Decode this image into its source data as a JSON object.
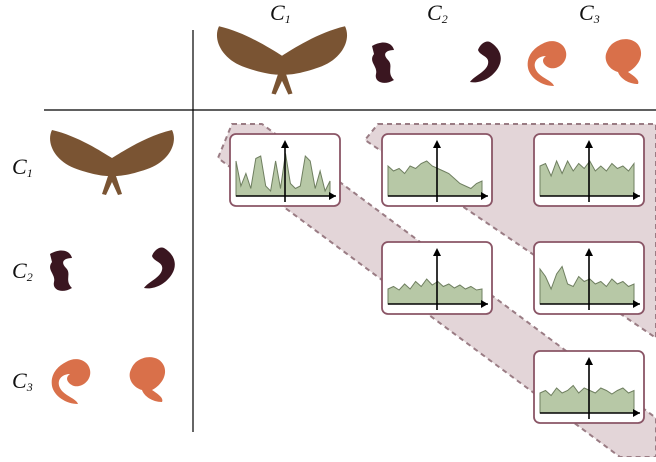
{
  "columns": [
    {
      "id": "c1",
      "base": "C",
      "sub": "1"
    },
    {
      "id": "c2",
      "base": "C",
      "sub": "2"
    },
    {
      "id": "c3",
      "base": "C",
      "sub": "3"
    }
  ],
  "rows": [
    {
      "id": "c1",
      "base": "C",
      "sub": "1"
    },
    {
      "id": "c2",
      "base": "C",
      "sub": "2"
    },
    {
      "id": "c3",
      "base": "C",
      "sub": "3"
    }
  ],
  "colors": {
    "moth": "#7a5433",
    "c2_shape": "#3a1620",
    "c3_shape": "#d9704a",
    "plot_fill": "#b7c8a6",
    "plot_line": "#6f7f60",
    "card_border": "#8a5566",
    "band_fill": "#e3d5d8",
    "band_border": "#9a7c84",
    "axis": "#000000",
    "grid_line": "#000000"
  },
  "plots": [
    {
      "row": 1,
      "col": 1,
      "signal": [
        0.7,
        0.2,
        0.45,
        0.15,
        0.75,
        0.8,
        0.2,
        0.1,
        0.7,
        0.15,
        0.85,
        0.25,
        0.15,
        0.2,
        0.8,
        0.7,
        0.15,
        0.5,
        0.1,
        0.3
      ]
    },
    {
      "row": 1,
      "col": 2,
      "signal": [
        0.6,
        0.5,
        0.55,
        0.45,
        0.6,
        0.55,
        0.65,
        0.7,
        0.6,
        0.55,
        0.5,
        0.45,
        0.35,
        0.25,
        0.2,
        0.15,
        0.25,
        0.3
      ]
    },
    {
      "row": 1,
      "col": 3,
      "signal": [
        0.6,
        0.65,
        0.4,
        0.7,
        0.45,
        0.7,
        0.5,
        0.65,
        0.55,
        0.7,
        0.5,
        0.6,
        0.5,
        0.65,
        0.55,
        0.6,
        0.5,
        0.65
      ]
    },
    {
      "row": 2,
      "col": 2,
      "signal": [
        0.3,
        0.35,
        0.28,
        0.4,
        0.3,
        0.45,
        0.35,
        0.5,
        0.38,
        0.45,
        0.35,
        0.4,
        0.32,
        0.38,
        0.3,
        0.35,
        0.28,
        0.3
      ]
    },
    {
      "row": 2,
      "col": 3,
      "signal": [
        0.7,
        0.55,
        0.3,
        0.6,
        0.75,
        0.4,
        0.35,
        0.55,
        0.45,
        0.5,
        0.4,
        0.45,
        0.35,
        0.5,
        0.4,
        0.45,
        0.35,
        0.4
      ]
    },
    {
      "row": 3,
      "col": 3,
      "signal": [
        0.4,
        0.45,
        0.35,
        0.5,
        0.4,
        0.45,
        0.55,
        0.4,
        0.5,
        0.45,
        0.4,
        0.5,
        0.45,
        0.38,
        0.45,
        0.5,
        0.4,
        0.45
      ]
    }
  ]
}
